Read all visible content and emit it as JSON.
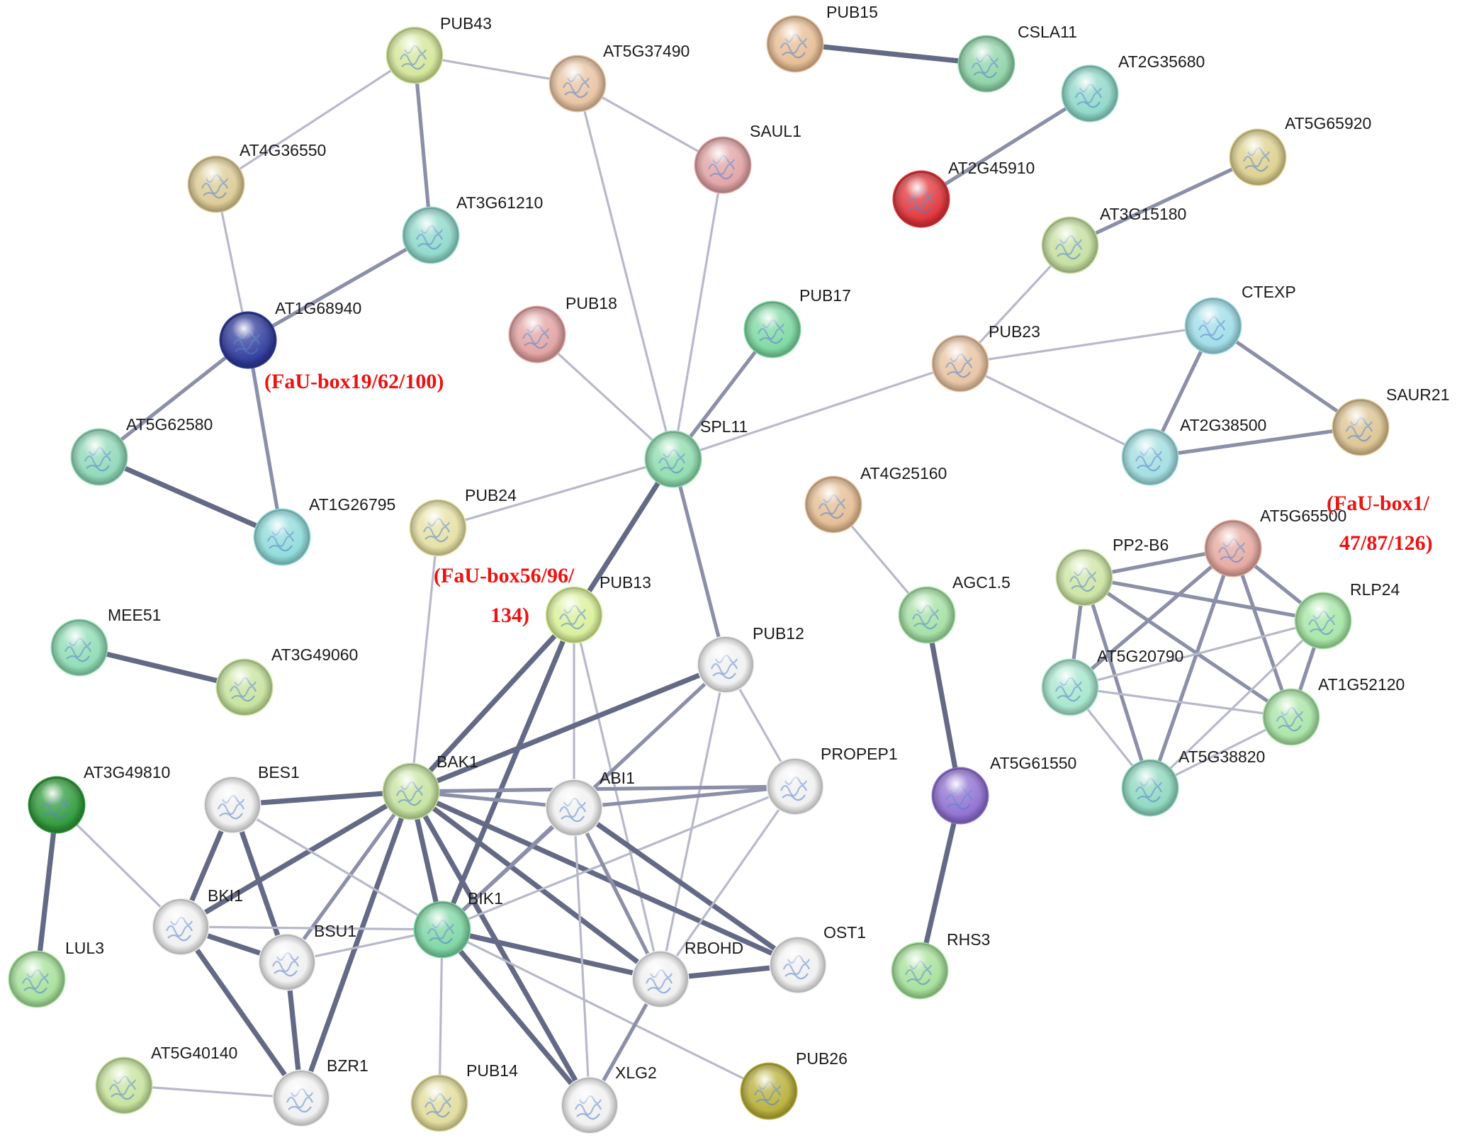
{
  "nodes": [
    {
      "id": "PUB43",
      "label": "PUB43",
      "color": "#d4e69a"
    },
    {
      "id": "AT5G37490",
      "label": "AT5G37490",
      "color": "#e8c4a2"
    },
    {
      "id": "PUB15",
      "label": "PUB15",
      "color": "#e7bd94"
    },
    {
      "id": "CSLA11",
      "label": "CSLA11",
      "color": "#8fd3a8"
    },
    {
      "id": "AT2G35680",
      "label": "AT2G35680",
      "color": "#8fd8c9"
    },
    {
      "id": "SAUL1",
      "label": "SAUL1",
      "color": "#e1a3a5"
    },
    {
      "id": "AT4G36550",
      "label": "AT4G36550",
      "color": "#dccb95"
    },
    {
      "id": "AT2G45910",
      "label": "AT2G45910",
      "color": "#e0343a"
    },
    {
      "id": "AT5G65920",
      "label": "AT5G65920",
      "color": "#ddd08e"
    },
    {
      "id": "AT3G61210",
      "label": "AT3G61210",
      "color": "#8fd8cb"
    },
    {
      "id": "AT3G15180",
      "label": "AT3G15180",
      "color": "#c5df9f"
    },
    {
      "id": "AT1G68940",
      "label": "AT1G68940",
      "color": "#2e3a9a"
    },
    {
      "id": "PUB18",
      "label": "PUB18",
      "color": "#e2a2a2"
    },
    {
      "id": "PUB17",
      "label": "PUB17",
      "color": "#7ed8a2"
    },
    {
      "id": "CTEXP",
      "label": "CTEXP",
      "color": "#9fdde8"
    },
    {
      "id": "PUB23",
      "label": "PUB23",
      "color": "#e8c4a2"
    },
    {
      "id": "AT5G62580",
      "label": "AT5G62580",
      "color": "#8fd8b8"
    },
    {
      "id": "SPL11",
      "label": "SPL11",
      "color": "#8fdcae"
    },
    {
      "id": "SAUR21",
      "label": "SAUR21",
      "color": "#dcc392"
    },
    {
      "id": "AT2G38500",
      "label": "AT2G38500",
      "color": "#a2dde0"
    },
    {
      "id": "PUB24",
      "label": "PUB24",
      "color": "#e6e0a4"
    },
    {
      "id": "AT1G26795",
      "label": "AT1G26795",
      "color": "#8fdbda"
    },
    {
      "id": "AT4G25160",
      "label": "AT4G25160",
      "color": "#e5bd94"
    },
    {
      "id": "AT5G65500",
      "label": "AT5G65500",
      "color": "#e5a9a0"
    },
    {
      "id": "PP2-B6",
      "label": "PP2-B6",
      "color": "#cde4a3"
    },
    {
      "id": "PUB13",
      "label": "PUB13",
      "color": "#daf09a"
    },
    {
      "id": "AGC1.5",
      "label": "AGC1.5",
      "color": "#a4e0a4"
    },
    {
      "id": "RLP24",
      "label": "RLP24",
      "color": "#a5e6a4"
    },
    {
      "id": "MEE51",
      "label": "MEE51",
      "color": "#8fdcb5"
    },
    {
      "id": "PUB12",
      "label": "PUB12",
      "color": "#f0f0f0"
    },
    {
      "id": "AT3G49060",
      "label": "AT3G49060",
      "color": "#c7e39d"
    },
    {
      "id": "AT5G20790",
      "label": "AT5G20790",
      "color": "#a6e6cd"
    },
    {
      "id": "AT1G52120",
      "label": "AT1G52120",
      "color": "#a9e4a6"
    },
    {
      "id": "PROPEP1",
      "label": "PROPEP1",
      "color": "#f0f0f0"
    },
    {
      "id": "AT5G61550",
      "label": "AT5G61550",
      "color": "#8f6fd1"
    },
    {
      "id": "AT5G38820",
      "label": "AT5G38820",
      "color": "#8fd8c0"
    },
    {
      "id": "AT3G49810",
      "label": "AT3G49810",
      "color": "#2e9a3a"
    },
    {
      "id": "BES1",
      "label": "BES1",
      "color": "#f0f0f0"
    },
    {
      "id": "BAK1",
      "label": "BAK1",
      "color": "#c6e3a0"
    },
    {
      "id": "ABI1",
      "label": "ABI1",
      "color": "#f0f0f0"
    },
    {
      "id": "BKI1",
      "label": "BKI1",
      "color": "#f0f0f0"
    },
    {
      "id": "BIK1",
      "label": "BIK1",
      "color": "#7ed6a4"
    },
    {
      "id": "BSU1",
      "label": "BSU1",
      "color": "#f0f0f0"
    },
    {
      "id": "LUL3",
      "label": "LUL3",
      "color": "#a6e09a"
    },
    {
      "id": "RBOHD",
      "label": "RBOHD",
      "color": "#f0f0f0"
    },
    {
      "id": "OST1",
      "label": "OST1",
      "color": "#f0f0f0"
    },
    {
      "id": "RHS3",
      "label": "RHS3",
      "color": "#a6e09a"
    },
    {
      "id": "AT5G40140",
      "label": "AT5G40140",
      "color": "#c7e39d"
    },
    {
      "id": "BZR1",
      "label": "BZR1",
      "color": "#f0f0f0"
    },
    {
      "id": "PUB14",
      "label": "PUB14",
      "color": "#e2dc9c"
    },
    {
      "id": "XLG2",
      "label": "XLG2",
      "color": "#f0f0f0"
    },
    {
      "id": "PUB26",
      "label": "PUB26",
      "color": "#b9b03a"
    }
  ],
  "edges": [
    [
      "PUB43",
      "AT5G37490",
      1
    ],
    [
      "PUB43",
      "AT4G36550",
      1
    ],
    [
      "PUB43",
      "AT3G61210",
      2
    ],
    [
      "AT4G36550",
      "AT1G68940",
      1
    ],
    [
      "AT3G61210",
      "AT1G68940",
      2
    ],
    [
      "AT1G68940",
      "AT5G62580",
      2
    ],
    [
      "AT1G68940",
      "AT1G26795",
      2
    ],
    [
      "AT5G62580",
      "AT1G26795",
      3
    ],
    [
      "AT5G37490",
      "SAUL1",
      1
    ],
    [
      "AT5G37490",
      "SPL11",
      1
    ],
    [
      "SAUL1",
      "SPL11",
      1
    ],
    [
      "PUB18",
      "SPL11",
      1
    ],
    [
      "PUB17",
      "SPL11",
      2
    ],
    [
      "PUB24",
      "SPL11",
      1
    ],
    [
      "PUB23",
      "SPL11",
      1
    ],
    [
      "SPL11",
      "PUB13",
      3
    ],
    [
      "SPL11",
      "PUB12",
      2
    ],
    [
      "PUB15",
      "CSLA11",
      3
    ],
    [
      "AT2G35680",
      "AT2G45910",
      2
    ],
    [
      "AT5G65920",
      "AT3G15180",
      2
    ],
    [
      "AT3G15180",
      "PUB23",
      1
    ],
    [
      "PUB23",
      "CTEXP",
      1
    ],
    [
      "PUB23",
      "AT2G38500",
      1
    ],
    [
      "CTEXP",
      "AT2G38500",
      2
    ],
    [
      "CTEXP",
      "SAUR21",
      2
    ],
    [
      "AT2G38500",
      "SAUR21",
      2
    ],
    [
      "AT4G25160",
      "AGC1.5",
      1
    ],
    [
      "AGC1.5",
      "AT5G61550",
      3
    ],
    [
      "AT5G61550",
      "RHS3",
      3
    ],
    [
      "PP2-B6",
      "AT5G65500",
      2
    ],
    [
      "PP2-B6",
      "RLP24",
      2
    ],
    [
      "PP2-B6",
      "AT5G20790",
      2
    ],
    [
      "PP2-B6",
      "AT1G52120",
      2
    ],
    [
      "PP2-B6",
      "AT5G38820",
      2
    ],
    [
      "AT5G65500",
      "RLP24",
      2
    ],
    [
      "AT5G65500",
      "AT5G20790",
      2
    ],
    [
      "AT5G65500",
      "AT1G52120",
      2
    ],
    [
      "AT5G65500",
      "AT5G38820",
      2
    ],
    [
      "RLP24",
      "AT5G20790",
      1
    ],
    [
      "RLP24",
      "AT1G52120",
      2
    ],
    [
      "RLP24",
      "AT5G38820",
      1
    ],
    [
      "AT5G20790",
      "AT1G52120",
      1
    ],
    [
      "AT5G20790",
      "AT5G38820",
      1
    ],
    [
      "AT1G52120",
      "AT5G38820",
      1
    ],
    [
      "MEE51",
      "AT3G49060",
      3
    ],
    [
      "AT3G49810",
      "LUL3",
      3
    ],
    [
      "AT3G49810",
      "BKI1",
      1
    ],
    [
      "AT5G40140",
      "BZR1",
      1
    ],
    [
      "PUB24",
      "BAK1",
      1
    ],
    [
      "PUB13",
      "BAK1",
      3
    ],
    [
      "PUB13",
      "BIK1",
      3
    ],
    [
      "PUB13",
      "ABI1",
      1
    ],
    [
      "PUB13",
      "RBOHD",
      1
    ],
    [
      "PUB12",
      "BAK1",
      3
    ],
    [
      "PUB12",
      "BIK1",
      2
    ],
    [
      "PUB12",
      "RBOHD",
      1
    ],
    [
      "PUB12",
      "PROPEP1",
      1
    ],
    [
      "BAK1",
      "BES1",
      3
    ],
    [
      "BAK1",
      "BKI1",
      3
    ],
    [
      "BAK1",
      "BSU1",
      2
    ],
    [
      "BAK1",
      "BZR1",
      3
    ],
    [
      "BAK1",
      "BIK1",
      3
    ],
    [
      "BAK1",
      "ABI1",
      2
    ],
    [
      "BAK1",
      "PROPEP1",
      2
    ],
    [
      "BAK1",
      "RBOHD",
      3
    ],
    [
      "BAK1",
      "OST1",
      3
    ],
    [
      "BAK1",
      "XLG2",
      3
    ],
    [
      "BES1",
      "BKI1",
      3
    ],
    [
      "BES1",
      "BSU1",
      3
    ],
    [
      "BES1",
      "BIK1",
      1
    ],
    [
      "BKI1",
      "BSU1",
      3
    ],
    [
      "BKI1",
      "BZR1",
      3
    ],
    [
      "BKI1",
      "BIK1",
      1
    ],
    [
      "BSU1",
      "BZR1",
      3
    ],
    [
      "BSU1",
      "BIK1",
      1
    ],
    [
      "BIK1",
      "ABI1",
      2
    ],
    [
      "BIK1",
      "RBOHD",
      3
    ],
    [
      "BIK1",
      "XLG2",
      3
    ],
    [
      "BIK1",
      "PUB14",
      1
    ],
    [
      "BIK1",
      "PUB26",
      1
    ],
    [
      "BIK1",
      "PROPEP1",
      1
    ],
    [
      "ABI1",
      "RBOHD",
      2
    ],
    [
      "ABI1",
      "OST1",
      3
    ],
    [
      "ABI1",
      "PROPEP1",
      2
    ],
    [
      "ABI1",
      "XLG2",
      1
    ],
    [
      "RBOHD",
      "OST1",
      3
    ],
    [
      "RBOHD",
      "XLG2",
      2
    ],
    [
      "PROPEP1",
      "RBOHD",
      1
    ]
  ],
  "annotations": [
    {
      "id": "ann-at1g68940",
      "text": "(FaU-box19/62/100)"
    },
    {
      "id": "ann-pub13-l1",
      "text": "(FaU-box56/96/"
    },
    {
      "id": "ann-pub13-l2",
      "text": "134)"
    },
    {
      "id": "ann-at5g65500-l1",
      "text": "(FaU-box1/"
    },
    {
      "id": "ann-at5g65500-l2",
      "text": "47/87/126)"
    }
  ]
}
